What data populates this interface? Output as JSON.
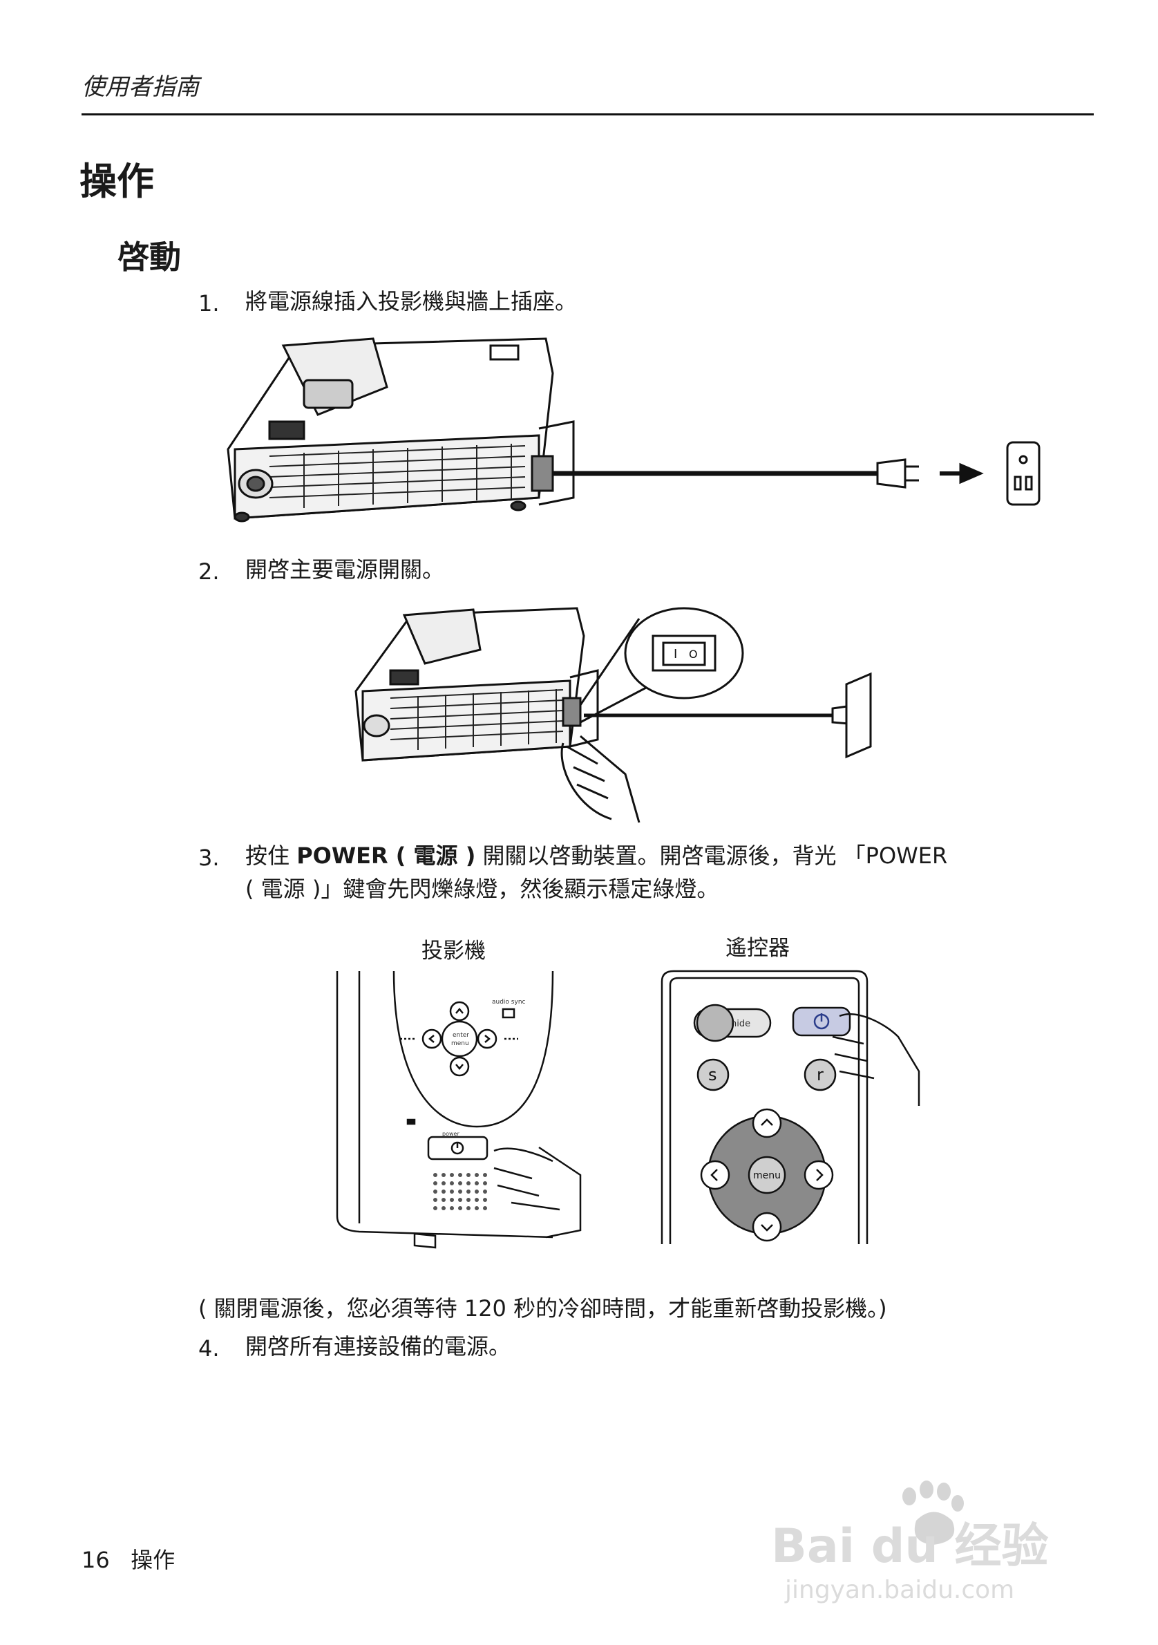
{
  "header": {
    "title": "使用者指南"
  },
  "chapter_title": "操作",
  "section_title": "啓動",
  "steps": [
    {
      "num": "1.",
      "text": "將電源線插入投影機與牆上插座。"
    },
    {
      "num": "2.",
      "text": "開啓主要電源開關。"
    },
    {
      "num": "3.",
      "pre": "按住 ",
      "bold": "POWER ( 電源 )",
      "post": " 開關以啓動裝置。開啓電源後，背光 「POWER",
      "line2": "( 電源 )」鍵會先閃爍綠燈，然後顯示穩定綠燈。"
    },
    {
      "num": "4.",
      "text": "開啓所有連接設備的電源。"
    }
  ],
  "captions": {
    "projector": "投影機",
    "remote": "遙控器"
  },
  "note": "( 關閉電源後，您必須等待 120 秒的冷卻時間，才能重新啓動投影機。)",
  "projector_panel": {
    "audio_sync": "audio sync",
    "enter_label": "enter",
    "menu_label": "menu",
    "power_label": "power"
  },
  "remote": {
    "hide_label": "hide",
    "s_label": "s",
    "r_label": "r",
    "menu_label": "menu"
  },
  "switch_labels": {
    "on": "I",
    "off": "O"
  },
  "footer": {
    "page_number": "16",
    "section": "操作"
  },
  "watermark": {
    "brand": "Bai du 经验",
    "url": "jingyan.baidu.com"
  }
}
